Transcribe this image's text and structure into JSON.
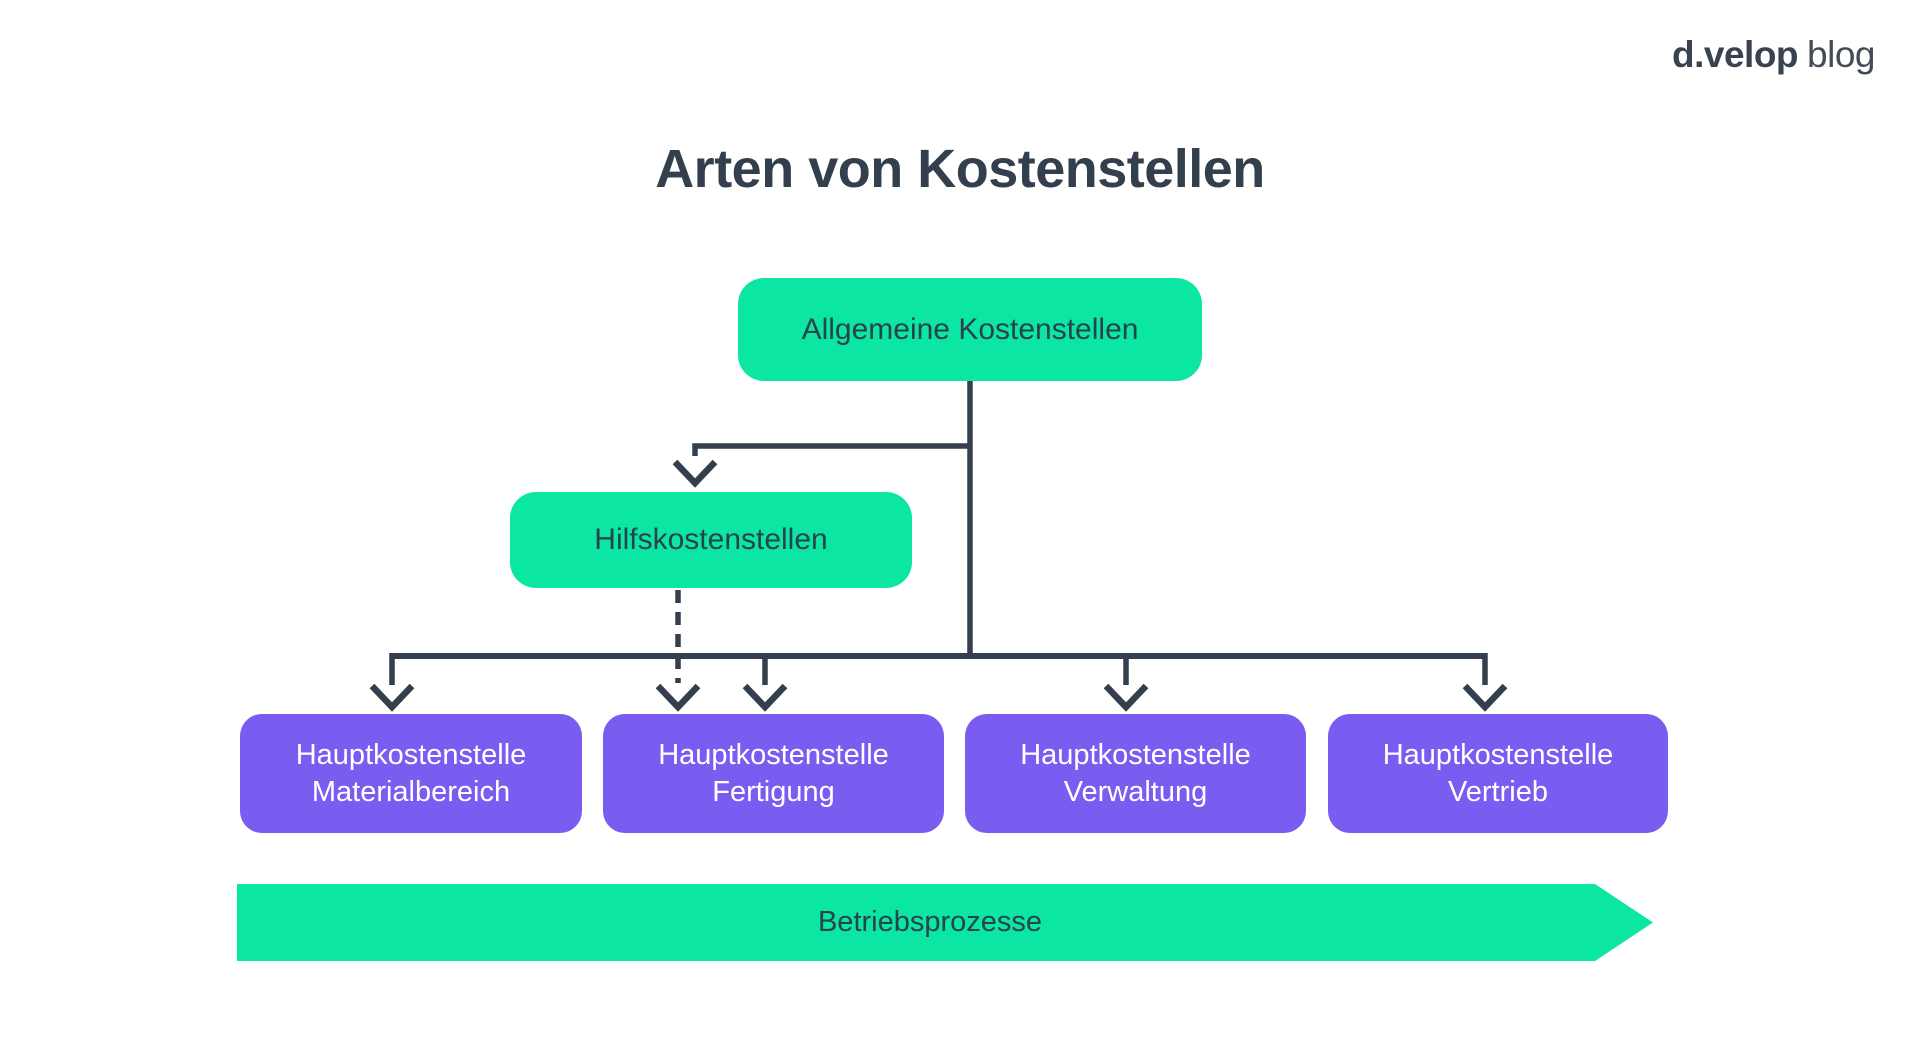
{
  "title": "Arten von Kostenstellen",
  "logo": {
    "brand": "d.velop",
    "suffix": "blog"
  },
  "colors": {
    "green": "#0CE6A3",
    "purple": "#7B5CF0",
    "line_dark": "#333F4D",
    "text_on_green": "#27434E",
    "text_on_purple": "#FFFFFF",
    "logo_dark": "#39424E",
    "background": "#FFFFFF"
  },
  "diagram": {
    "root": {
      "label": "Allgemeine Kostenstellen"
    },
    "auxiliary": {
      "label": "Hilfskostenstellen"
    },
    "main_cost_centers": [
      {
        "line1": "Hauptkostenstelle",
        "line2": "Materialbereich"
      },
      {
        "line1": "Hauptkostenstelle",
        "line2": "Fertigung"
      },
      {
        "line1": "Hauptkostenstelle",
        "line2": "Verwaltung"
      },
      {
        "line1": "Hauptkostenstelle",
        "line2": "Vertrieb"
      }
    ],
    "process_banner": {
      "label": "Betriebsprozesse"
    },
    "relations": {
      "solid_arrows": "Allgemeine Kostenstellen -> Hilfskostenstellen und alle Hauptkostenstellen",
      "dashed_arrow": "Hilfskostenstellen -> Hauptkostenstelle Fertigung"
    }
  }
}
